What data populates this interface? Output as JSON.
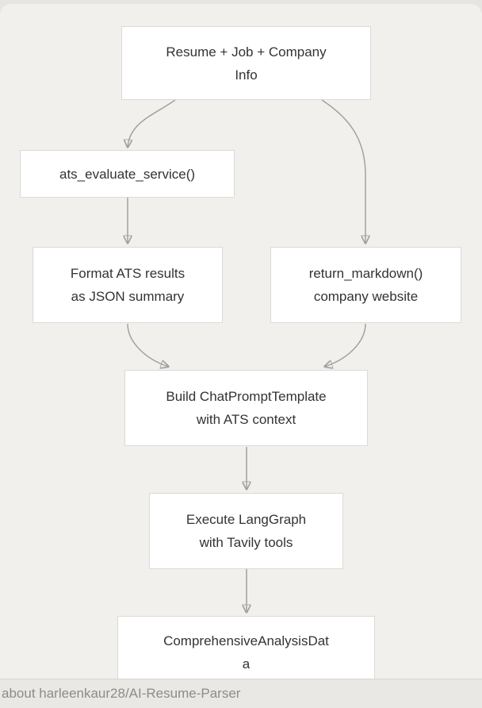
{
  "diagram": {
    "nodes": [
      {
        "id": "input",
        "label": "Resume + Job + Company\nInfo"
      },
      {
        "id": "ats",
        "label": "ats_evaluate_service()"
      },
      {
        "id": "format",
        "label": "Format ATS results\nas JSON summary"
      },
      {
        "id": "markdown",
        "label": "return_markdown()\ncompany website"
      },
      {
        "id": "build",
        "label": "Build ChatPromptTemplate\nwith ATS context"
      },
      {
        "id": "execute",
        "label": "Execute LangGraph\nwith Tavily tools"
      },
      {
        "id": "output",
        "label": "ComprehensiveAnalysisDat\na"
      }
    ],
    "edges": [
      {
        "from": "input",
        "to": "ats"
      },
      {
        "from": "input",
        "to": "markdown"
      },
      {
        "from": "ats",
        "to": "format"
      },
      {
        "from": "format",
        "to": "build"
      },
      {
        "from": "markdown",
        "to": "build"
      },
      {
        "from": "build",
        "to": "execute"
      },
      {
        "from": "execute",
        "to": "output"
      }
    ]
  },
  "statusbar": {
    "text": "about harleenkaur28/AI-Resume-Parser"
  },
  "colors": {
    "canvas_background": "#f1f0ed",
    "outer_background": "#e7e5e2",
    "node_fill": "#ffffff",
    "node_border": "#dcdad7",
    "node_text": "#333333",
    "edge_line": "#a3a19e",
    "arrowhead": "#8f8d8a",
    "statusbar_background": "#e9e8e5",
    "statusbar_text": "#8c8c8c"
  }
}
